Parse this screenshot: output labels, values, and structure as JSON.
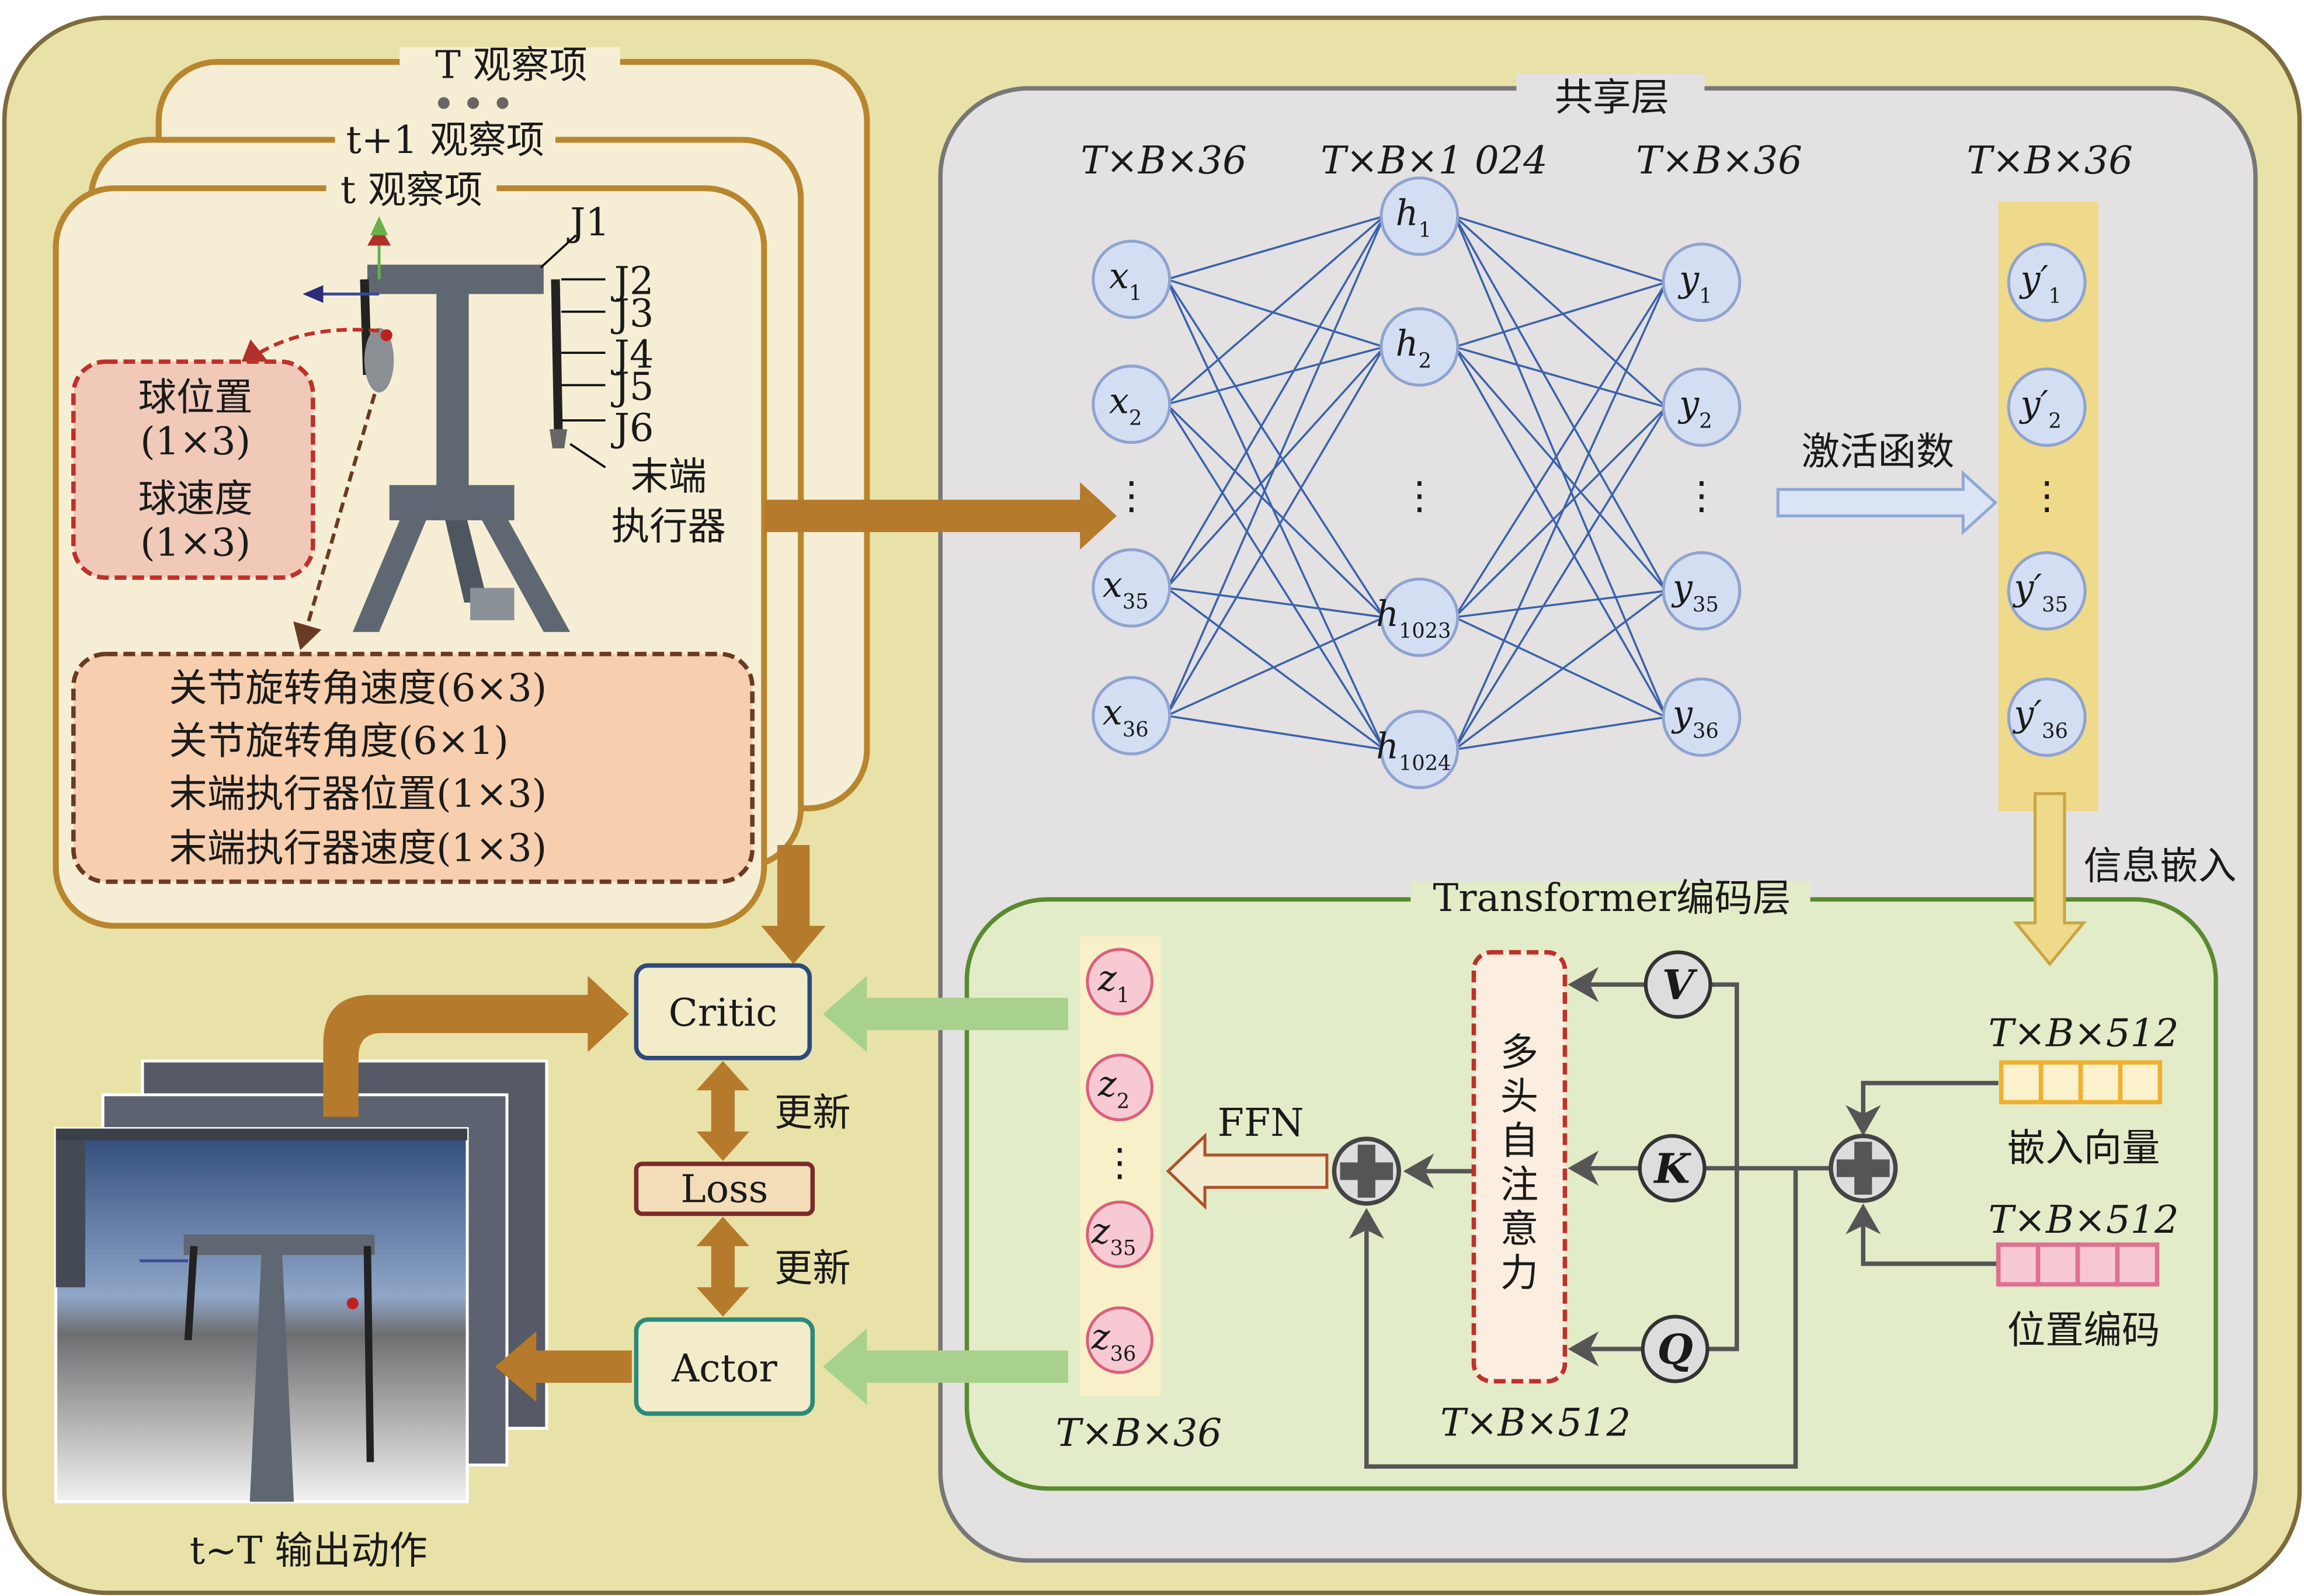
{
  "observations": {
    "T_label": "T 观察项",
    "t1_label": "t+1 观察项",
    "t_label": "t 观察项",
    "joints": [
      "J1",
      "J2",
      "J3",
      "J4",
      "J5",
      "J6"
    ],
    "end_effector": [
      "末端",
      "执行器"
    ],
    "ball_box": [
      "球位置",
      "(1×3)",
      "球速度",
      "(1×3)"
    ],
    "joint_box": [
      "关节旋转角速度(6×3)",
      "关节旋转角度(6×1)",
      "末端执行器位置(1×3)",
      "末端执行器速度(1×3)"
    ]
  },
  "shared_layer": {
    "title": "共享层",
    "dims": [
      "T×B×36",
      "T×B×1 024",
      "T×B×36",
      "T×B×36"
    ],
    "x_nodes": [
      {
        "v": "x",
        "s": "1"
      },
      {
        "v": "x",
        "s": "2"
      },
      {
        "v": "x",
        "s": "35"
      },
      {
        "v": "x",
        "s": "36"
      }
    ],
    "h_nodes": [
      {
        "v": "h",
        "s": "1"
      },
      {
        "v": "h",
        "s": "2"
      },
      {
        "v": "h",
        "s": "1023"
      },
      {
        "v": "h",
        "s": "1024"
      }
    ],
    "y_nodes": [
      {
        "v": "y",
        "s": "1"
      },
      {
        "v": "y",
        "s": "2"
      },
      {
        "v": "y",
        "s": "35"
      },
      {
        "v": "y",
        "s": "36"
      }
    ],
    "yp_nodes": [
      {
        "v": "y′",
        "s": "1"
      },
      {
        "v": "y′",
        "s": "2"
      },
      {
        "v": "y′",
        "s": "35"
      },
      {
        "v": "y′",
        "s": "36"
      }
    ],
    "ellipsis": "⋮",
    "activation": "激活函数",
    "embed_info": "信息嵌入"
  },
  "transformer": {
    "title": "Transformer编码层",
    "z_nodes": [
      {
        "v": "z",
        "s": "1"
      },
      {
        "v": "z",
        "s": "2"
      },
      {
        "v": "z",
        "s": "35"
      },
      {
        "v": "z",
        "s": "36"
      }
    ],
    "z_dim": "T×B×36",
    "ffn": "FFN",
    "attention": [
      "多",
      "头",
      "自",
      "注",
      "意",
      "力"
    ],
    "attention_dim": "T×B×512",
    "qkv": [
      "V",
      "K",
      "Q"
    ],
    "embed_dim": "T×B×512",
    "embed_label": "嵌入向量",
    "pos_dim": "T×B×512",
    "pos_label": "位置编码"
  },
  "rl": {
    "critic": "Critic",
    "loss": "Loss",
    "actor": "Actor",
    "update1": "更新",
    "update2": "更新",
    "output": "t~T 输出动作"
  },
  "colors": {
    "outer": "#e9e2a8",
    "card": "#f6eed4",
    "brown_arrow": "#b67a2c",
    "shared_bg": "#e3e1e1",
    "transformer_bg": "#e2ecc8",
    "node_blue": "#d4def3",
    "node_pink": "#f7c9d2",
    "green_arrow": "#a9d18e"
  }
}
